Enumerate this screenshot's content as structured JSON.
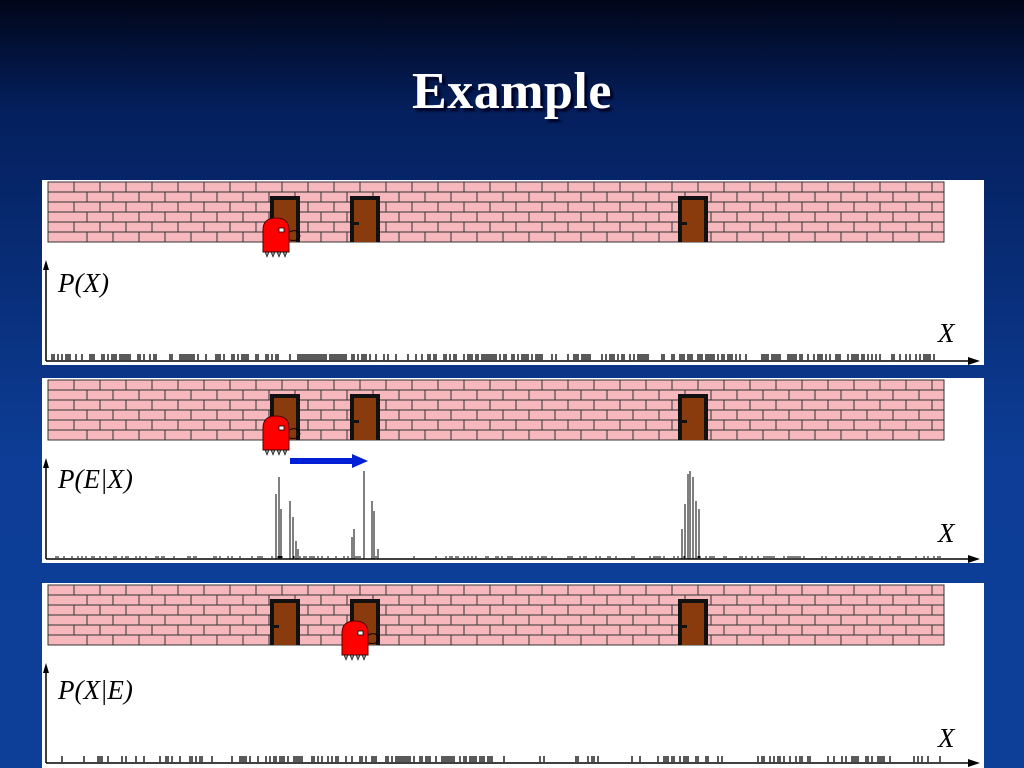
{
  "slide": {
    "title": "Example"
  },
  "panels": [
    {
      "ylabel": "P(X)",
      "xlabel": "X"
    },
    {
      "ylabel": "P(E|X)",
      "xlabel": "X"
    },
    {
      "ylabel": "P(X|E)",
      "xlabel": "X"
    }
  ],
  "colors": {
    "brick": "#f7b8bd",
    "mortar": "#333333",
    "door": "#8a3b0e",
    "door_frame": "#111111",
    "robot": "#ff0000",
    "arrow": "#0020d8"
  }
}
